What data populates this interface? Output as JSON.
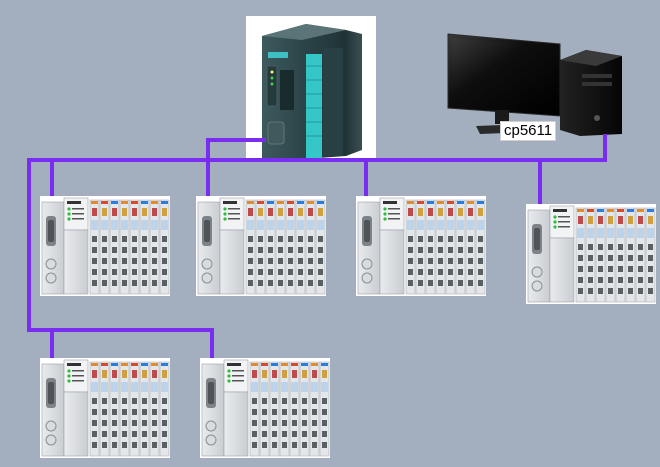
{
  "network": {
    "bus_color": "#7a2cf0",
    "background": "#a3afbf"
  },
  "plc": {
    "brand_color": "#2e4a4e",
    "led_strip_color": "#35c6c8"
  },
  "computer": {
    "label": "cp5611"
  },
  "io_modules": [
    {
      "row": 1,
      "col": 1
    },
    {
      "row": 1,
      "col": 2
    },
    {
      "row": 1,
      "col": 3
    },
    {
      "row": 1,
      "col": 4
    },
    {
      "row": 2,
      "col": 1
    },
    {
      "row": 2,
      "col": 2
    }
  ]
}
